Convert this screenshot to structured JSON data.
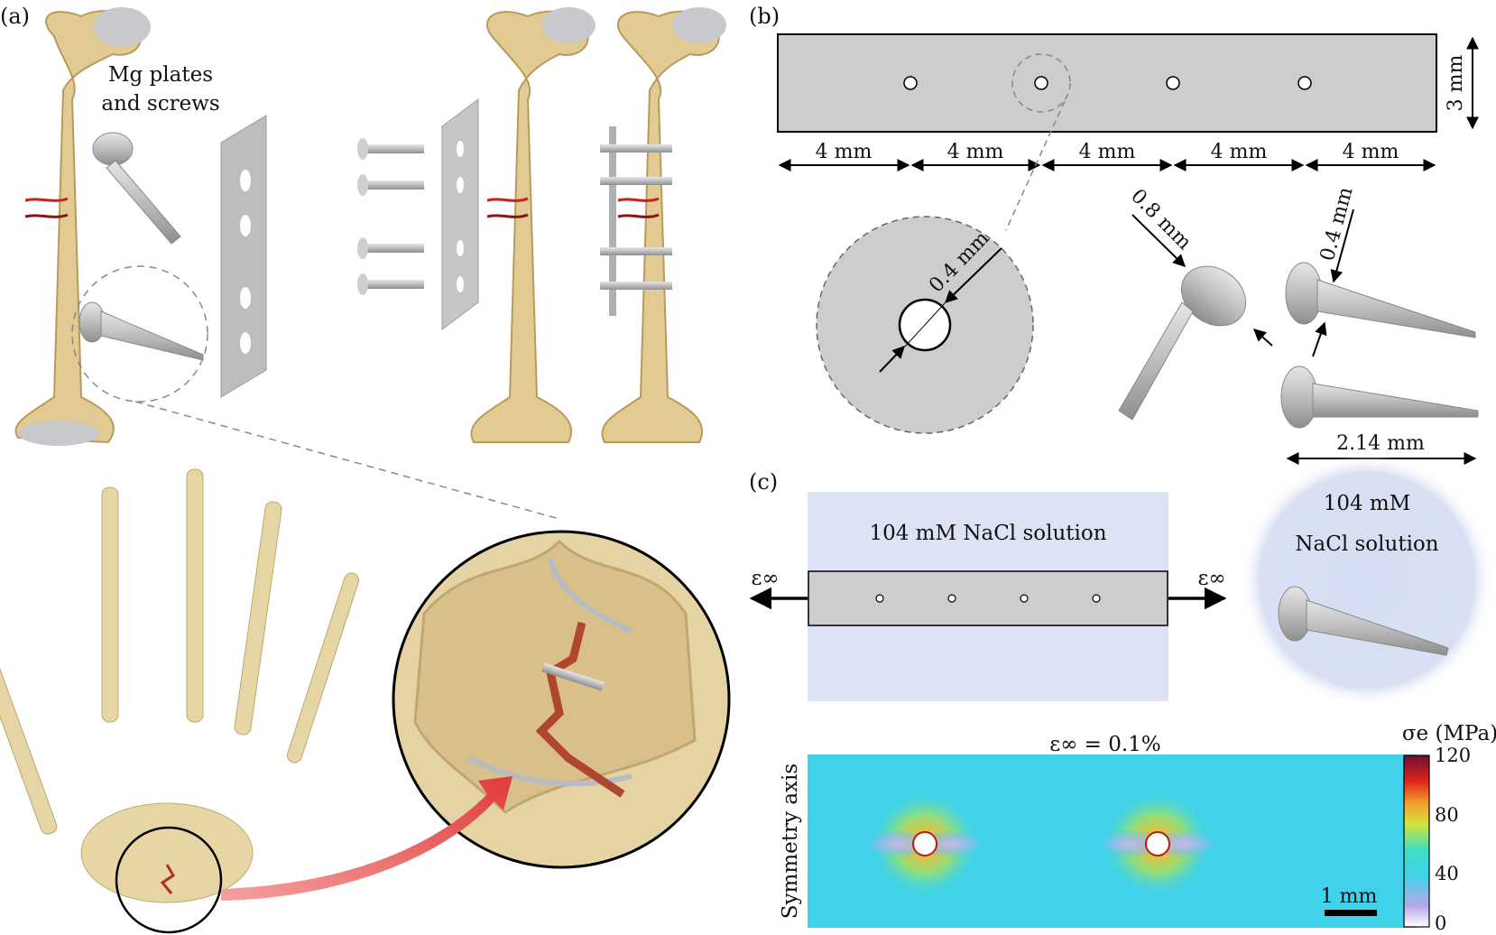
{
  "panels": {
    "a": "(a)",
    "b": "(b)",
    "c": "(c)"
  },
  "panel_a": {
    "caption_line1": "Mg plates",
    "caption_line2": "and screws"
  },
  "panel_b": {
    "plate_height": "3 mm",
    "spacings": [
      "4 mm",
      "4 mm",
      "4 mm",
      "4 mm",
      "4 mm"
    ],
    "hole_diameter": "0.4 mm",
    "screw_head": "0.8 mm",
    "screw_shank": "0.4 mm",
    "screw_length": "2.14 mm"
  },
  "panel_c": {
    "solution_label": "104 mM NaCl solution",
    "solution_label_line1": "104 mM",
    "solution_label_line2": "NaCl solution",
    "strain_symbol": "ε∞",
    "strain_title": "ε∞ = 0.1%",
    "symmetry_label": "Symmetry axis",
    "scale_bar": "1 mm",
    "colorbar_title": "σe (MPa)",
    "colorbar_ticks": [
      "120",
      "80",
      "40",
      "0"
    ],
    "colors": {
      "solution_bg": "#dde3f4",
      "plate_fill": "#cdcdcd",
      "field_bg": "#3fd2ea"
    }
  }
}
